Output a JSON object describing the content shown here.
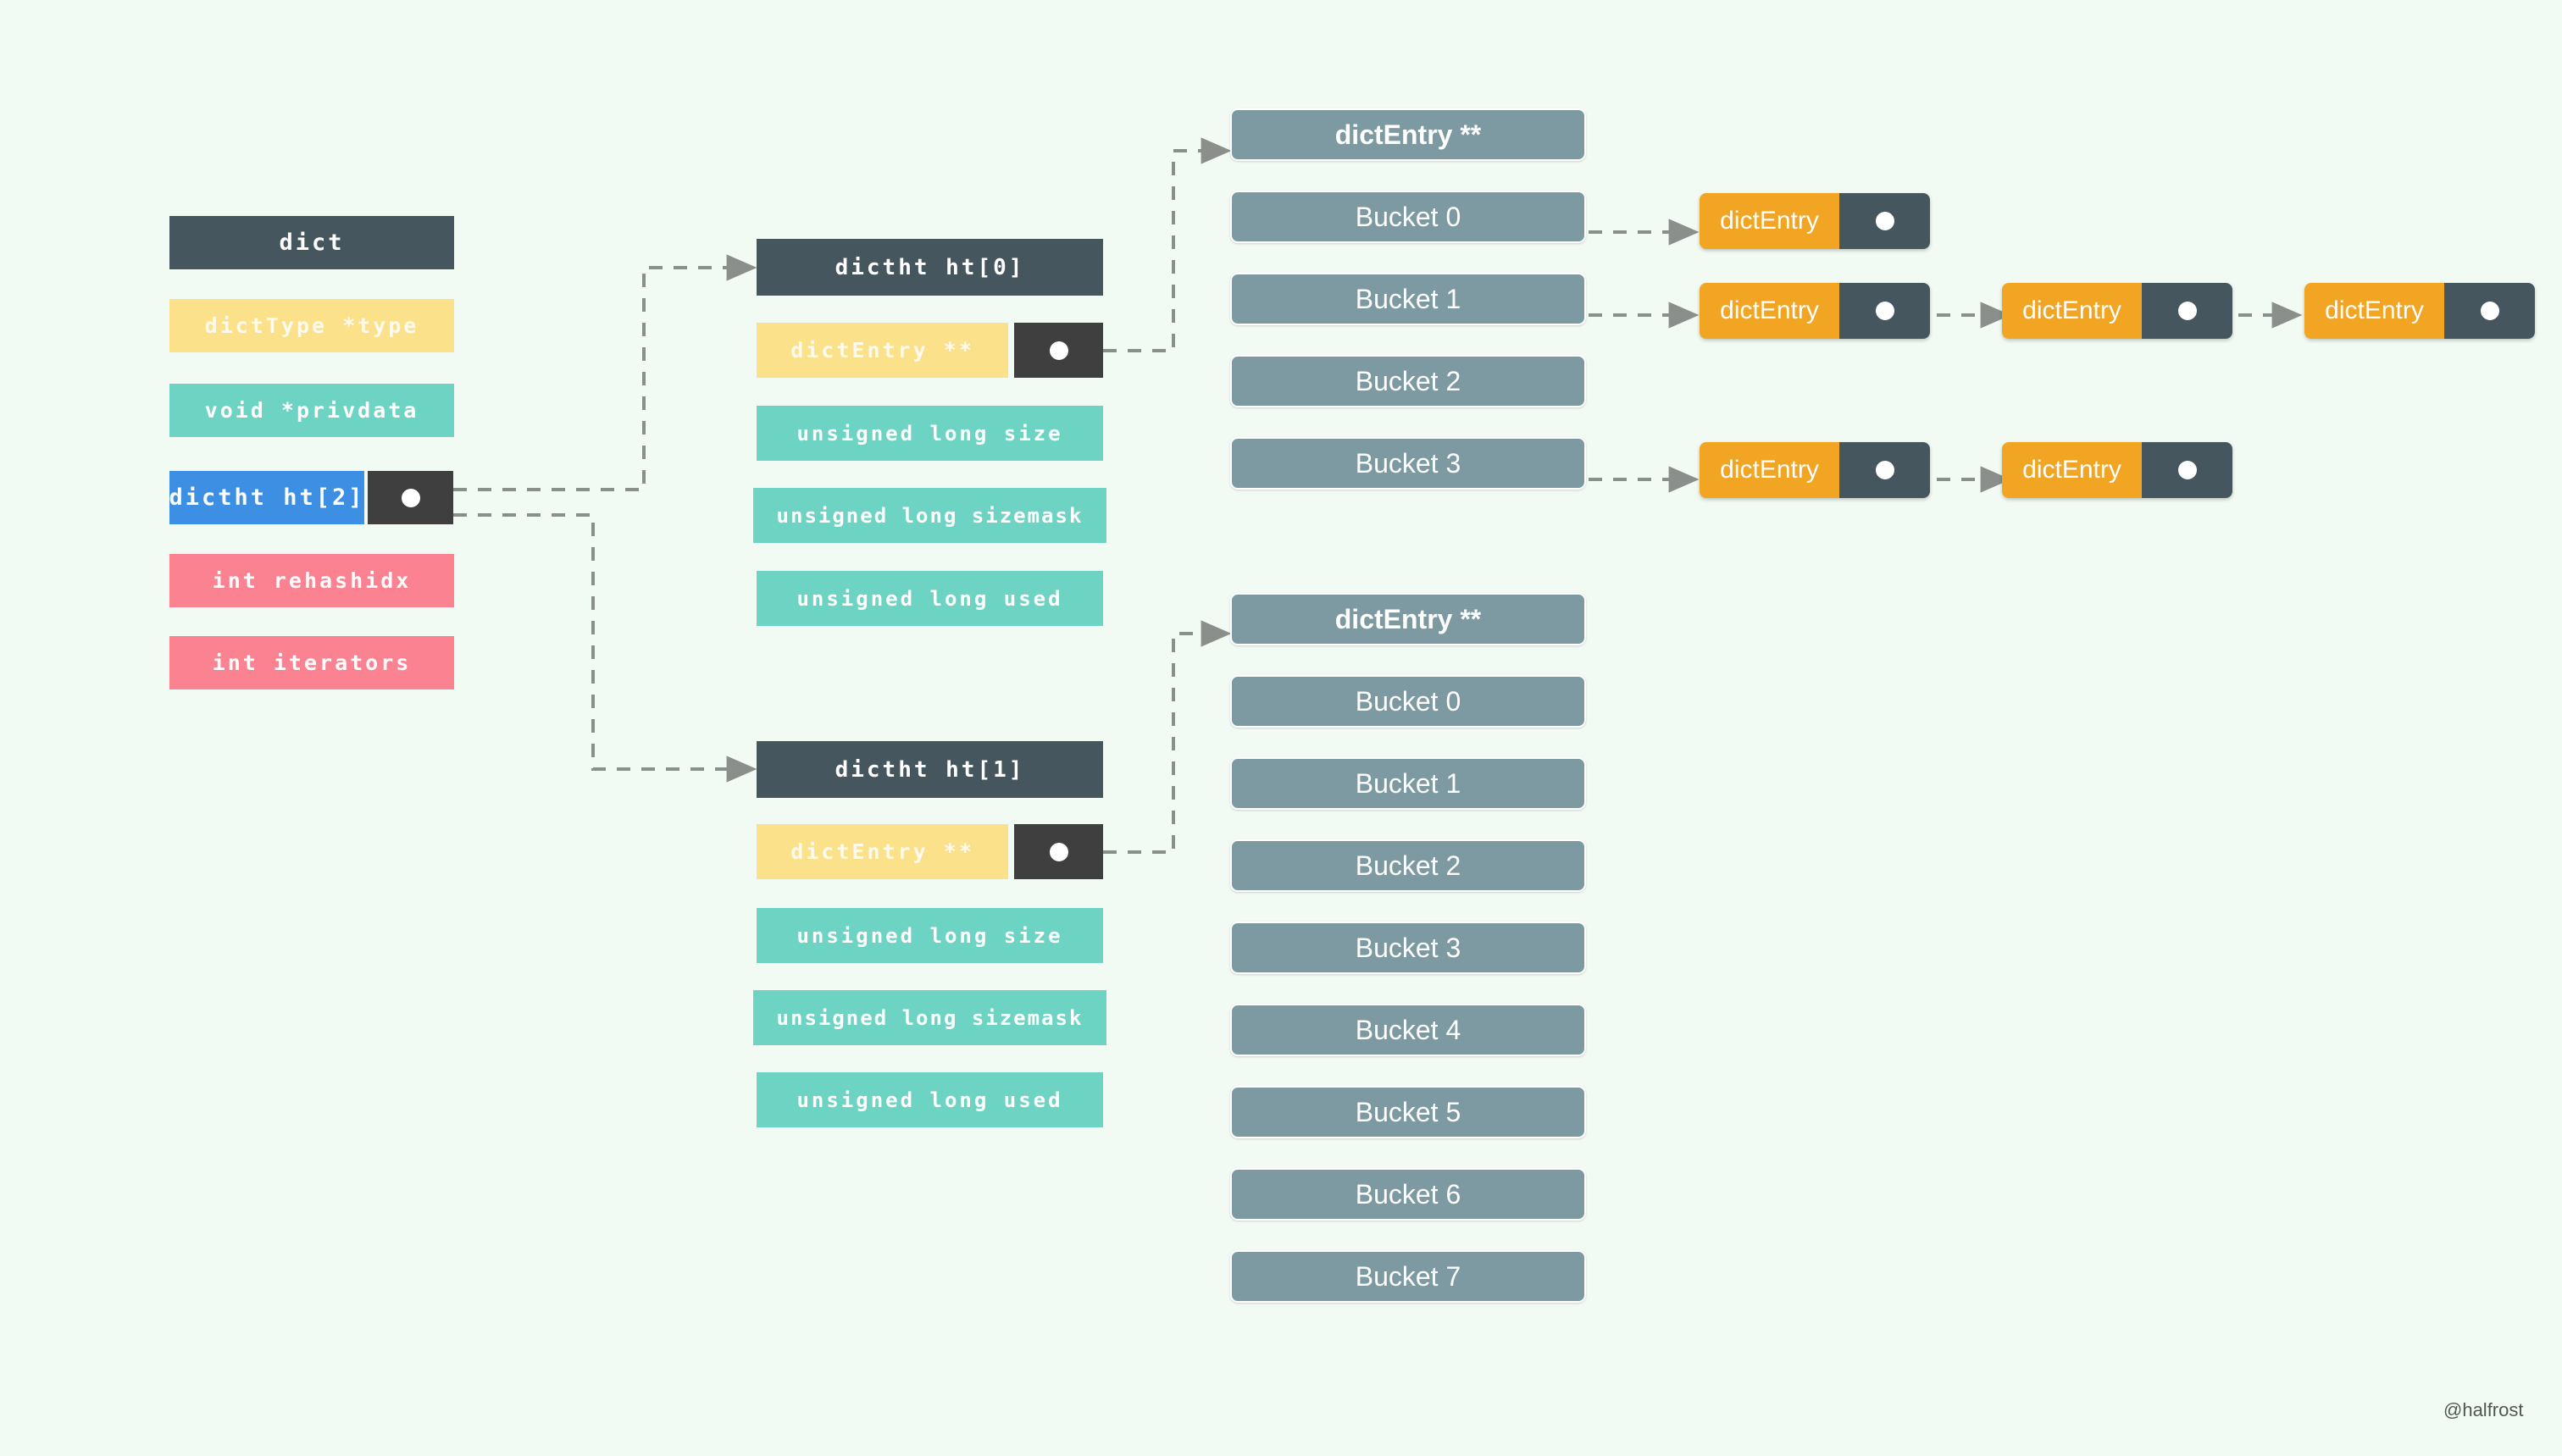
{
  "background_color": "#f2fbf3",
  "watermark": "@halfrost",
  "colors": {
    "dark_slate": "#45565e",
    "yellow": "#fbe28a",
    "teal": "#6dd3c2",
    "blue": "#3d8fe3",
    "pink": "#fb8290",
    "bucket_gray": "#7d99a1",
    "orange": "#f2a423",
    "pointer_cell": "#3f3f3f",
    "wire": "#8a8f8c"
  },
  "dict_struct": {
    "title": "dict",
    "fields": [
      {
        "label": "dictType *type",
        "color": "yellow",
        "has_pointer": false
      },
      {
        "label": "void *privdata",
        "color": "teal",
        "has_pointer": false
      },
      {
        "label": "dictht ht[2]",
        "color": "blue",
        "has_pointer": true
      },
      {
        "label": "int rehashidx",
        "color": "pink",
        "has_pointer": false
      },
      {
        "label": "int iterators",
        "color": "pink",
        "has_pointer": false
      }
    ]
  },
  "dictht_blocks": [
    {
      "title": "dictht ht[0]",
      "fields": [
        {
          "label": "dictEntry **",
          "color": "yellow",
          "has_pointer": true
        },
        {
          "label": "unsigned long size",
          "color": "teal",
          "has_pointer": false
        },
        {
          "label": "unsigned long sizemask",
          "color": "teal",
          "has_pointer": false
        },
        {
          "label": "unsigned long used",
          "color": "teal",
          "has_pointer": false
        }
      ]
    },
    {
      "title": "dictht ht[1]",
      "fields": [
        {
          "label": "dictEntry **",
          "color": "yellow",
          "has_pointer": true
        },
        {
          "label": "unsigned long size",
          "color": "teal",
          "has_pointer": false
        },
        {
          "label": "unsigned long sizemask",
          "color": "teal",
          "has_pointer": false
        },
        {
          "label": "unsigned long used",
          "color": "teal",
          "has_pointer": false
        }
      ]
    }
  ],
  "bucket_tables": [
    {
      "header": "dictEntry **",
      "buckets": [
        {
          "label": "Bucket 0",
          "chain": 1
        },
        {
          "label": "Bucket 1",
          "chain": 3
        },
        {
          "label": "Bucket 2",
          "chain": 0
        },
        {
          "label": "Bucket 3",
          "chain": 2
        }
      ]
    },
    {
      "header": "dictEntry **",
      "buckets": [
        {
          "label": "Bucket 0",
          "chain": 0
        },
        {
          "label": "Bucket 1",
          "chain": 0
        },
        {
          "label": "Bucket 2",
          "chain": 0
        },
        {
          "label": "Bucket 3",
          "chain": 0
        },
        {
          "label": "Bucket 4",
          "chain": 0
        },
        {
          "label": "Bucket 5",
          "chain": 0
        },
        {
          "label": "Bucket 6",
          "chain": 0
        },
        {
          "label": "Bucket 7",
          "chain": 0
        }
      ]
    }
  ],
  "entry_label": "dictEntry",
  "chains": [
    {
      "bucket": "Bucket 0",
      "nodes": [
        "dictEntry"
      ]
    },
    {
      "bucket": "Bucket 1",
      "nodes": [
        "dictEntry",
        "dictEntry",
        "dictEntry"
      ]
    },
    {
      "bucket": "Bucket 3",
      "nodes": [
        "dictEntry",
        "dictEntry"
      ]
    }
  ]
}
